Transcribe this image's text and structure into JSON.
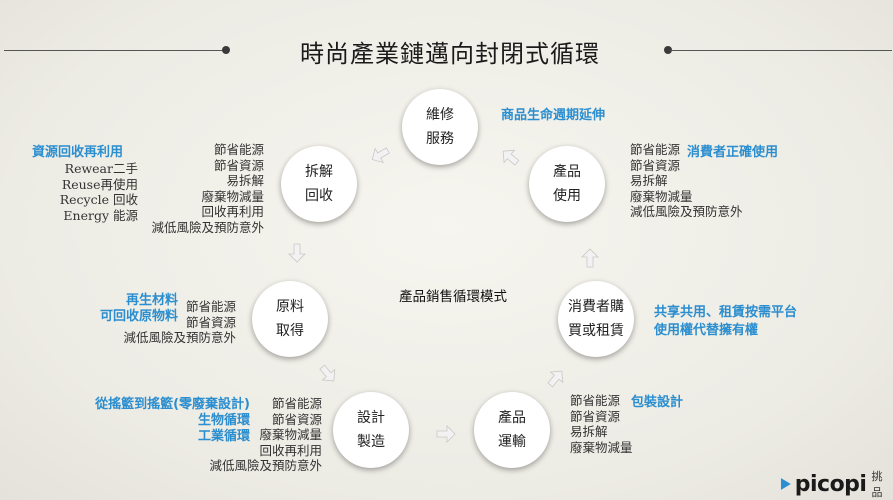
{
  "title": "時尚產業鏈邁向封閉式循環",
  "center_label": "產品銷售循環模式",
  "nodes": {
    "repair": {
      "line1": "維修",
      "line2": "服務"
    },
    "use": {
      "line1": "產品",
      "line2": "使用"
    },
    "consumer": {
      "line1": "消費者購",
      "line2": "買或租賃"
    },
    "transport": {
      "line1": "產品",
      "line2": "運輸"
    },
    "design": {
      "line1": "設計",
      "line2": "製造"
    },
    "material": {
      "line1": "原料",
      "line2": "取得"
    },
    "recycle": {
      "line1": "拆解",
      "line2": "回收"
    }
  },
  "lists": {
    "recycle": [
      "節省能源",
      "節省資源",
      "易拆解",
      "廢棄物減量",
      "回收再利用",
      "減低風險及預防意外"
    ],
    "recycle_detail": [
      "Rewear二手",
      "Reuse再使用",
      "Recycle 回收",
      "Energy 能源"
    ],
    "use": [
      "節省能源",
      "節省資源",
      "易拆解",
      "廢棄物減量",
      "減低風險及預防意外"
    ],
    "material": [
      "節省能源",
      "節省資源",
      "減低風險及預防意外"
    ],
    "design": [
      "節省能源",
      "節省資源",
      "廢棄物減量",
      "回收再利用",
      "減低風險及預防意外"
    ],
    "transport": [
      "節省能源",
      "節省資源",
      "易拆解",
      "廢棄物減量"
    ]
  },
  "highlights": {
    "repair": "商品生命週期延伸",
    "recycle": "資源回收再利用",
    "use": "消費者正確使用",
    "consumer": [
      "共享共用、租賃按需平台",
      "使用權代替擁有權"
    ],
    "material": [
      "再生材料",
      "可回收原物料"
    ],
    "design": [
      "從搖籃到搖籃(零廢棄設計)",
      "生物循環",
      "工業循環"
    ],
    "transport": "包裝設計"
  },
  "logo": {
    "word": "picopi",
    "cn": "挑品"
  },
  "colors": {
    "accent": "#2b8ecf",
    "node_fill": "#ffffff",
    "arrow": "#f2f2f2",
    "rule": "#555555"
  }
}
